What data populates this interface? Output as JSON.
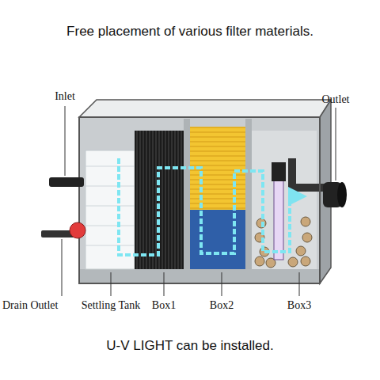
{
  "diagram": {
    "title": "Free placement of various filter materials.",
    "caption": "U-V LIGHT can be installed.",
    "labels": [
      "Inlet",
      "Outlet",
      "Drain Outlet",
      "Settling Tank",
      "Box1",
      "Box2",
      "Box3"
    ]
  }
}
